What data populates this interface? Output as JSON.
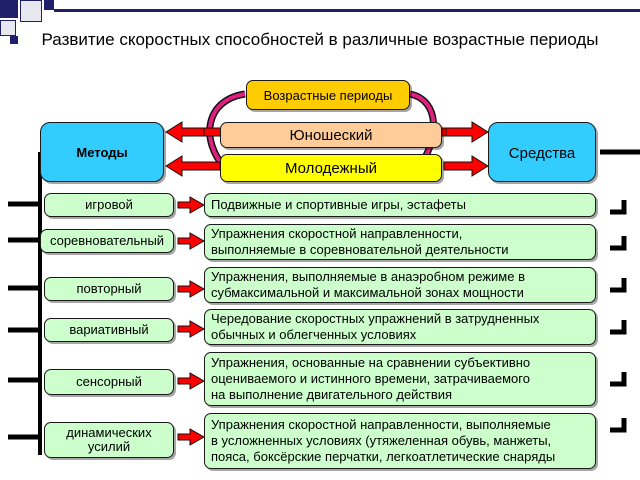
{
  "title": "Развитие  скоростных способностей в различные возрастные периоды",
  "center": {
    "periods_label": "Возрастные периоды",
    "youth_label": "Юношеский",
    "young_label": "Молодежный"
  },
  "methods_label": "Методы",
  "means_label": "Средства",
  "rows": [
    {
      "method": "игровой",
      "means": "Подвижные и спортивные игры, эстафеты"
    },
    {
      "method": "соревновательный",
      "means": "Упражнения скоростной направленности,\nвыполняемые в соревновательной деятельности"
    },
    {
      "method": "повторный",
      "means": "Упражнения, выполняемые в анаэробном режиме в\nсубмаксимальной и максимальной зонах мощности"
    },
    {
      "method": "вариативный",
      "means": "Чередование скоростных упражнений в затрудненных\nобычных и облегченных условиях"
    },
    {
      "method": "сенсорный",
      "means": "Упражнения, основанные на сравнении субъективно\nоцениваемого и истинного времени, затрачиваемого\nна выполнение двигательного действия"
    },
    {
      "method": "динамических\nусилий",
      "means": "Упражнения скоростной направленности, выполняемые\nв усложненных условиях (утяжеленная обувь, манжеты,\nпояса, боксёрские перчатки, легкоатлетические снаряды"
    }
  ],
  "colors": {
    "periods": "#ffcc00",
    "youth": "#ffcc99",
    "young": "#ffff00",
    "side": "#33ccff",
    "row": "#ccffcc",
    "arrow": "#ff0000",
    "corner": "#1f1f6b"
  }
}
